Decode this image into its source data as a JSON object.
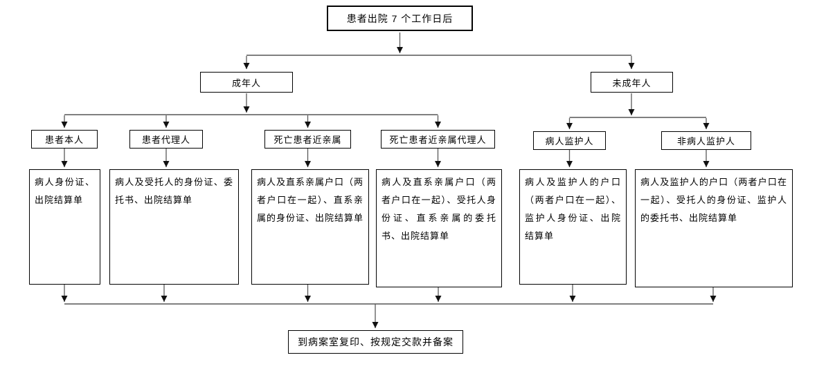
{
  "flowchart": {
    "root_label": "患者出院 7 个工作日后",
    "branches": {
      "adult_label": "成年人",
      "minor_label": "未成年人"
    },
    "categories": [
      {
        "label": "患者本人",
        "documents": "病人身份证、出院结算单"
      },
      {
        "label": "患者代理人",
        "documents": "病人及受托人的身份证、委托书、出院结算单"
      },
      {
        "label": "死亡患者近亲属",
        "documents": "病人及直系亲属户口（两者户口在一起）、直系亲属的身份证、出院结算单"
      },
      {
        "label": "死亡患者近亲属代理人",
        "documents": "病人及直系亲属户口（两者户口在一起）、受托人身份证、直系亲属的委托书、出院结算单"
      },
      {
        "label": "病人监护人",
        "documents": "病人及监护人的户口（两者户口在一起）、监护人身份证、出院结算单"
      },
      {
        "label": "非病人监护人",
        "documents": "病人及监护人的户口（两者户口在一起）、受托人的身份证、监护人的委托书、出院结算单"
      }
    ],
    "final_label": "到病案室复印、按规定交款并备案",
    "colors": {
      "box_border": "#000000",
      "connector": "#595959",
      "rail": "#333333",
      "background": "#ffffff"
    }
  }
}
